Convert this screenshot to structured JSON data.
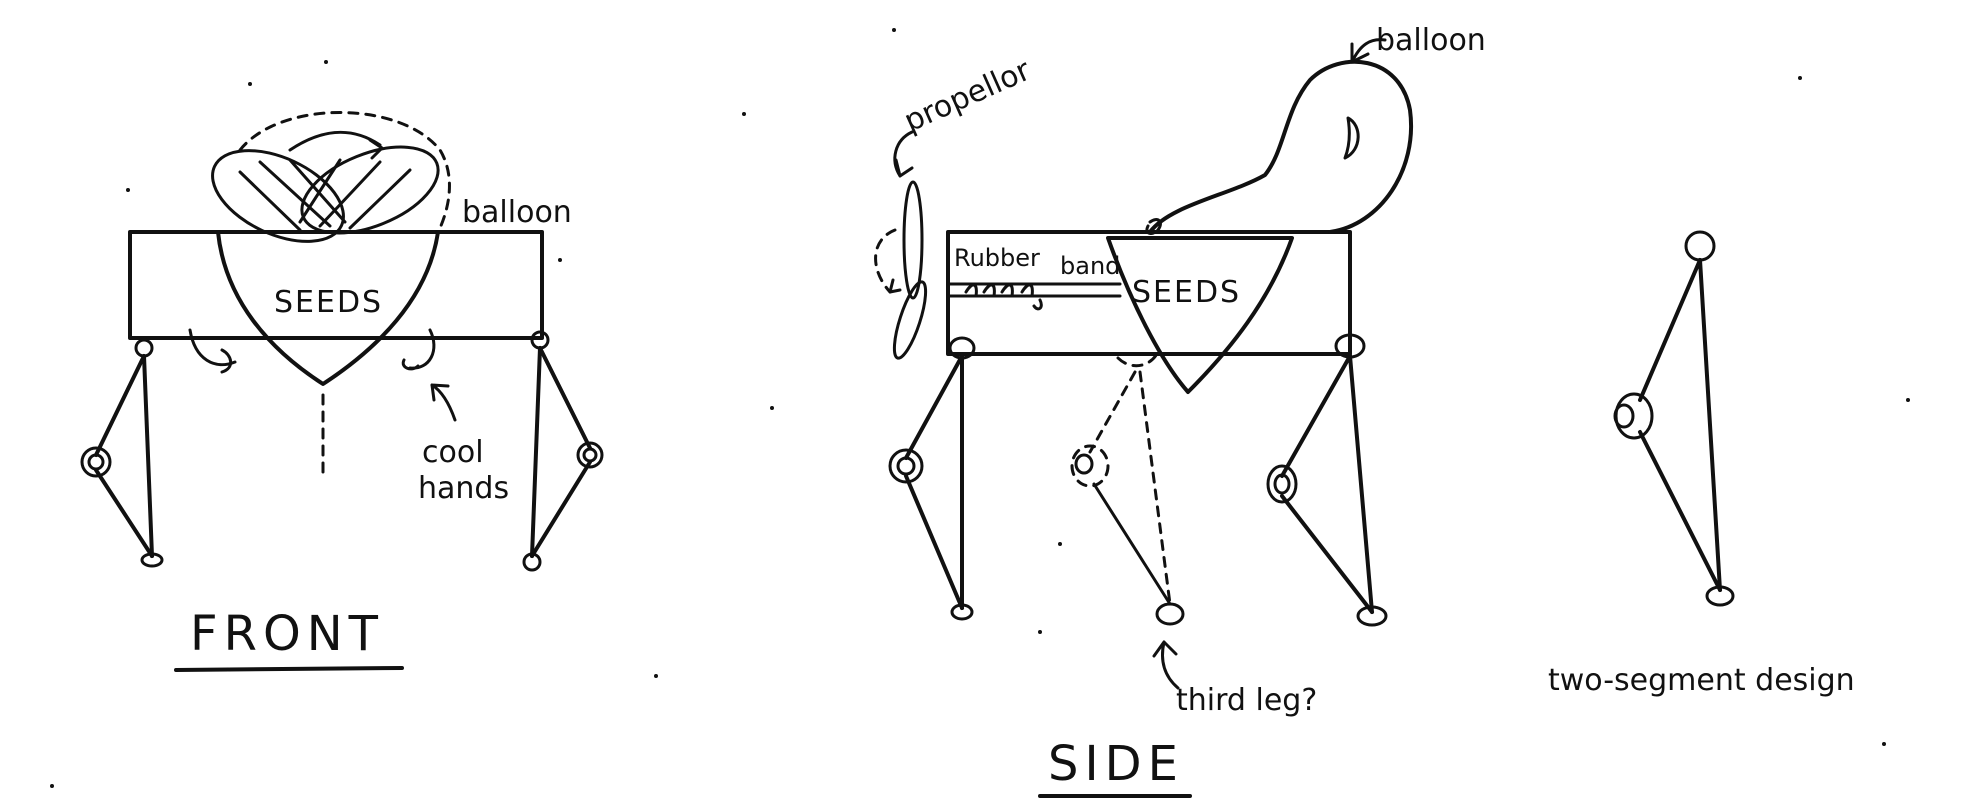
{
  "front": {
    "title": "FRONT",
    "seeds_label": "SEEDS",
    "balloon_label": "balloon",
    "hands_label_line1": "cool",
    "hands_label_line2": "hands"
  },
  "side": {
    "title": "SIDE",
    "seeds_label": "SEEDS",
    "balloon_label": "balloon",
    "propeller_label": "propellor",
    "rubber_label": "Rubber",
    "band_label": "band",
    "third_leg_label": "third leg?"
  },
  "detail": {
    "caption": "two-segment design"
  },
  "colors": {
    "ink": "#111111",
    "paper": "#ffffff"
  }
}
